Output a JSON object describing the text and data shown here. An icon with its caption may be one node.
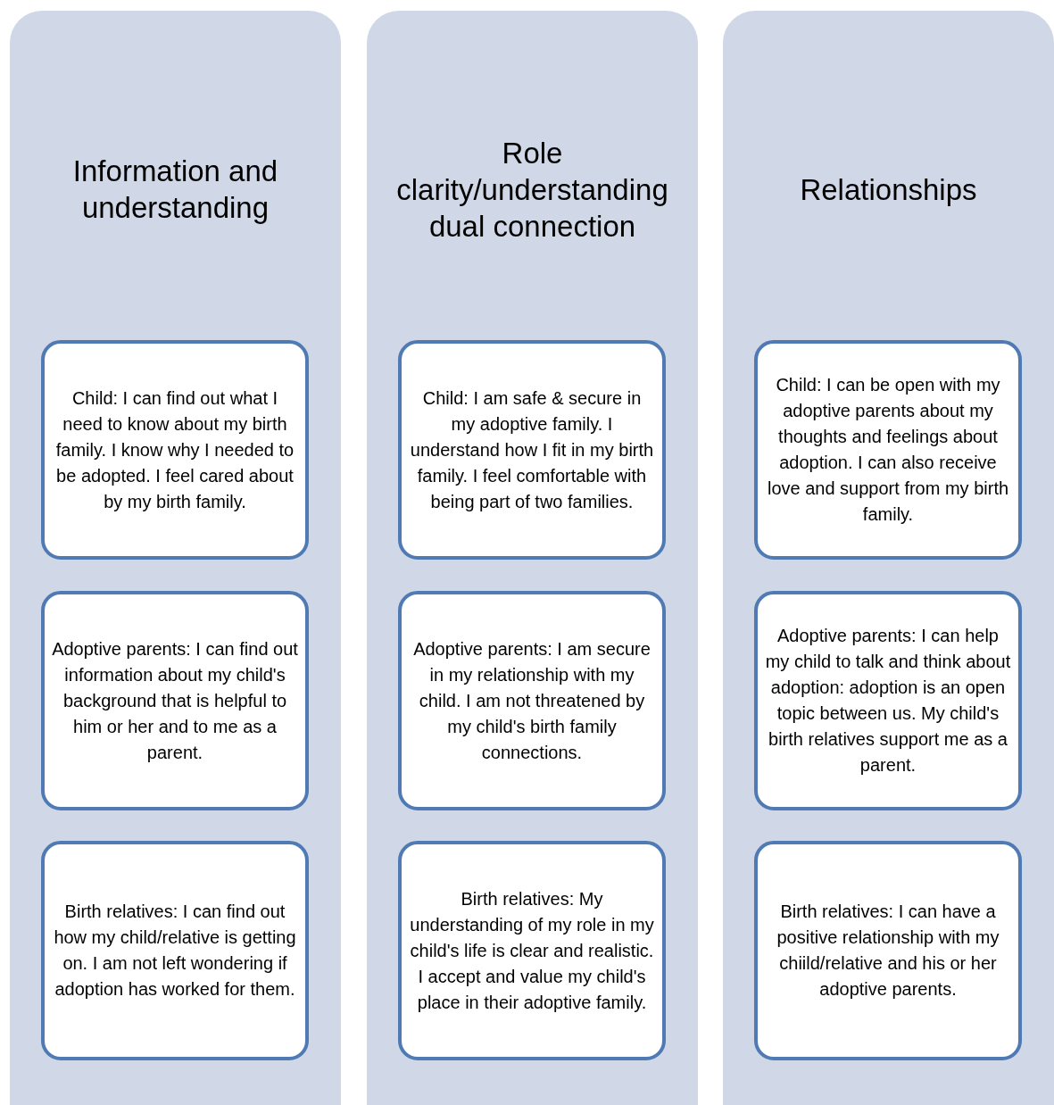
{
  "diagram": {
    "nodes": [
      {
        "text": [
          "Information and understanding"
        ]
      },
      {
        "text": [
          "Child: I can find out what I need to know about my birth family. I know why I needed to be adopted. I feel cared about by my birth family."
        ],
        "in": 0
      },
      {
        "text": [
          "Adoptive parents: I can find out information about my child's background that is helpful to him or her and to me as a parent."
        ],
        "in": 0
      },
      {
        "text": [
          "Birth relatives: I can find out how my child/relative is getting on. I am not left wondering if adoption has worked for them."
        ],
        "in": 0
      },
      {
        "text": [
          "Role clarity/understanding dual connection"
        ]
      },
      {
        "text": [
          "Child: I am safe & secure in my adoptive family. I understand how I fit in my birth family. I feel comfortable with being part of two families."
        ],
        "in": 4
      },
      {
        "text": [
          "Adoptive parents: I am secure in my relationship with my child. I am not threatened by my child's birth family connections."
        ],
        "in": 4
      },
      {
        "text": [
          "Birth relatives: My understanding of my role in my child's life is clear and realistic. I accept and value my child's place in their adoptive family."
        ],
        "in": 4
      },
      {
        "text": [
          "Relationships"
        ]
      },
      {
        "text": [
          "Child: I can be open with my adoptive parents about my thoughts and feelings about adoption. I can also receive love and support from my birth family."
        ],
        "in": 8
      },
      {
        "text": [
          "Adoptive parents: I can help my child to talk and think about adoption: adoption is an open topic between us. My child's birth relatives support me as a parent."
        ],
        "in": 8
      },
      {
        "text": [
          "Birth relatives: I can have a positive relationship with my chiild/relative and his or her adoptive parents."
        ],
        "in": 8
      }
    ]
  }
}
